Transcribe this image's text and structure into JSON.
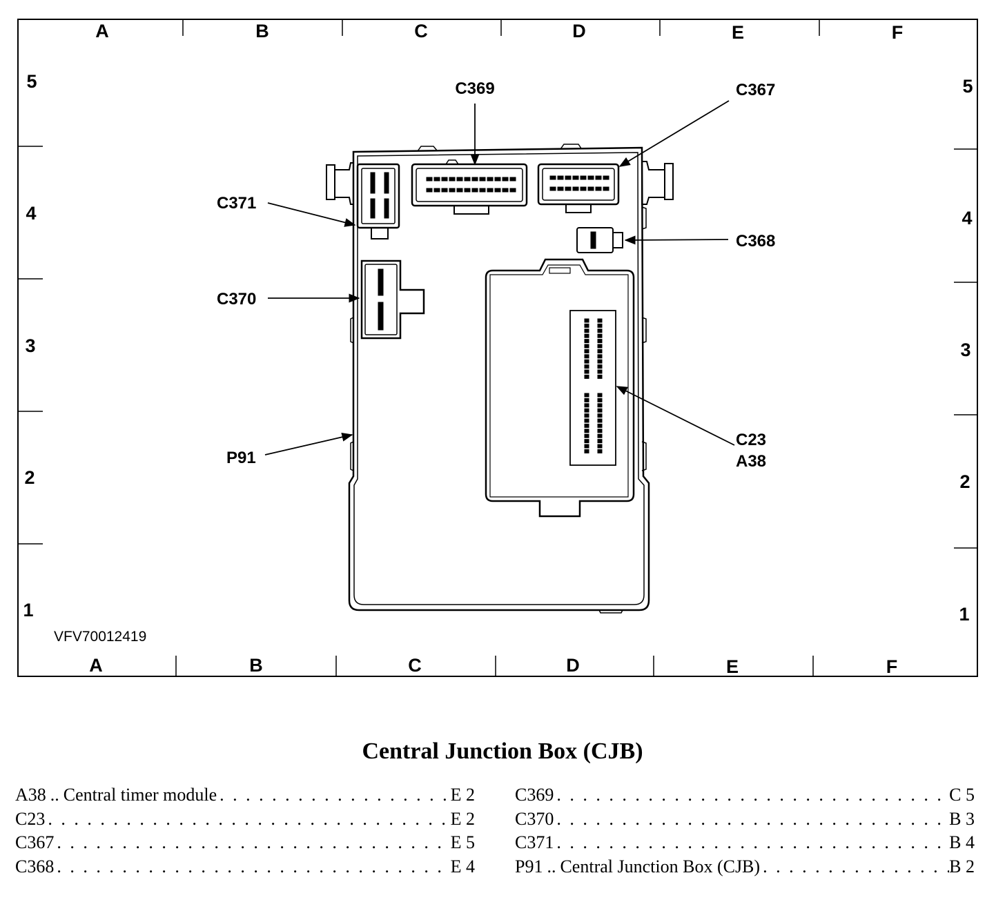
{
  "figure_id": "VFV70012419",
  "grid": {
    "columns": [
      "A",
      "B",
      "C",
      "D",
      "E",
      "F"
    ],
    "rows": [
      "5",
      "4",
      "3",
      "2",
      "1"
    ]
  },
  "callouts": {
    "c369": "C369",
    "c367": "C367",
    "c371": "C371",
    "c368": "C368",
    "c370": "C370",
    "p91": "P91",
    "c23": "C23",
    "a38": "A38"
  },
  "caption": "Central Junction Box (CJB)",
  "legend": {
    "left": [
      {
        "code": "A38",
        "sep": "..",
        "desc": "Central timer module",
        "loc": "E 2"
      },
      {
        "code": "C23",
        "sep": "",
        "desc": "",
        "loc": "E 2"
      },
      {
        "code": "C367",
        "sep": "",
        "desc": "",
        "loc": "E 5"
      },
      {
        "code": "C368",
        "sep": "",
        "desc": "",
        "loc": "E 4"
      }
    ],
    "right": [
      {
        "code": "C369",
        "sep": "",
        "desc": "",
        "loc": "C 5"
      },
      {
        "code": "C370",
        "sep": "",
        "desc": "",
        "loc": "B 3"
      },
      {
        "code": "C371",
        "sep": "",
        "desc": "",
        "loc": "B 4"
      },
      {
        "code": "P91",
        "sep": "..",
        "desc": "Central Junction Box (CJB)",
        "loc": "B 2"
      }
    ]
  }
}
